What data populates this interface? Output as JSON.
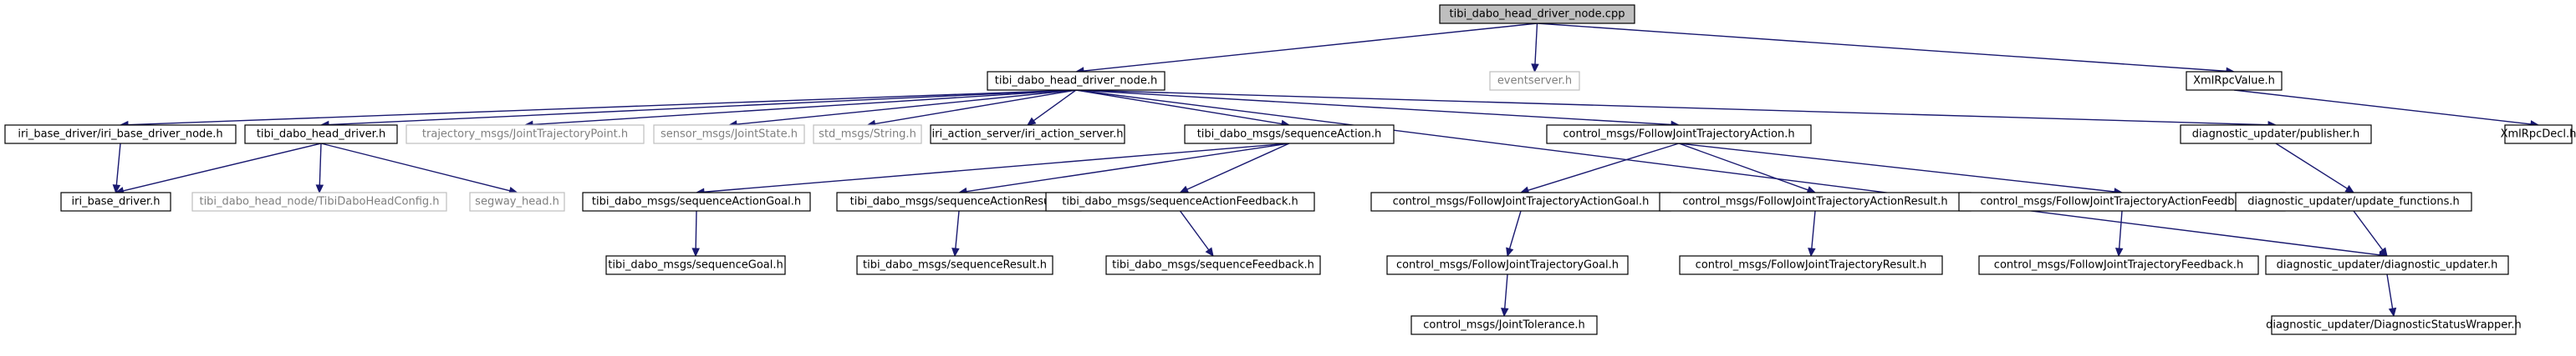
{
  "title": "",
  "colors": {
    "edge": "#191970",
    "root_fill": "#bfbfbf",
    "node_border": "#000000",
    "external_border": "#bfbfbf",
    "external_text": "#7f7f7f"
  },
  "nodes": [
    {
      "id": "root",
      "label": "tibi_dabo_head_driver_node.cpp",
      "kind": "root"
    },
    {
      "id": "hnode",
      "label": "tibi_dabo_head_driver_node.h",
      "kind": "solid"
    },
    {
      "id": "eventserver",
      "label": "eventserver.h",
      "kind": "external"
    },
    {
      "id": "xmlrpcvalue",
      "label": "XmlRpcValue.h",
      "kind": "solid"
    },
    {
      "id": "iri_base_node",
      "label": "iri_base_driver/iri_base_driver_node.h",
      "kind": "solid"
    },
    {
      "id": "tibi_head_driver",
      "label": "tibi_dabo_head_driver.h",
      "kind": "solid"
    },
    {
      "id": "traj_point",
      "label": "trajectory_msgs/JointTrajectoryPoint.h",
      "kind": "external"
    },
    {
      "id": "joint_state",
      "label": "sensor_msgs/JointState.h",
      "kind": "external"
    },
    {
      "id": "std_string",
      "label": "std_msgs/String.h",
      "kind": "external"
    },
    {
      "id": "action_server",
      "label": "iri_action_server/iri_action_server.h",
      "kind": "solid"
    },
    {
      "id": "seq_action",
      "label": "tibi_dabo_msgs/sequenceAction.h",
      "kind": "solid"
    },
    {
      "id": "fjt_action",
      "label": "control_msgs/FollowJointTrajectoryAction.h",
      "kind": "solid"
    },
    {
      "id": "diag_publisher",
      "label": "diagnostic_updater/publisher.h",
      "kind": "solid"
    },
    {
      "id": "xmlrpcdecl",
      "label": "XmlRpcDecl.h",
      "kind": "solid"
    },
    {
      "id": "iri_base_driver",
      "label": "iri_base_driver.h",
      "kind": "solid"
    },
    {
      "id": "head_config",
      "label": "tibi_dabo_head_node/TibiDaboHeadConfig.h",
      "kind": "external"
    },
    {
      "id": "segway_head",
      "label": "segway_head.h",
      "kind": "external"
    },
    {
      "id": "seq_goal",
      "label": "tibi_dabo_msgs/sequenceActionGoal.h",
      "kind": "solid"
    },
    {
      "id": "seq_result",
      "label": "tibi_dabo_msgs/sequenceActionResult.h",
      "kind": "solid"
    },
    {
      "id": "seq_feedback",
      "label": "tibi_dabo_msgs/sequenceActionFeedback.h",
      "kind": "solid"
    },
    {
      "id": "fjt_goal",
      "label": "control_msgs/FollowJointTrajectoryActionGoal.h",
      "kind": "solid"
    },
    {
      "id": "fjt_result",
      "label": "control_msgs/FollowJointTrajectoryActionResult.h",
      "kind": "solid"
    },
    {
      "id": "fjt_feedback",
      "label": "control_msgs/FollowJointTrajectoryActionFeedback.h",
      "kind": "solid"
    },
    {
      "id": "update_functions",
      "label": "diagnostic_updater/update_functions.h",
      "kind": "solid"
    },
    {
      "id": "seq_goal_msg",
      "label": "tibi_dabo_msgs/sequenceGoal.h",
      "kind": "solid"
    },
    {
      "id": "seq_result_msg",
      "label": "tibi_dabo_msgs/sequenceResult.h",
      "kind": "solid"
    },
    {
      "id": "seq_feedback_msg",
      "label": "tibi_dabo_msgs/sequenceFeedback.h",
      "kind": "solid"
    },
    {
      "id": "fjt_goal_msg",
      "label": "control_msgs/FollowJointTrajectoryGoal.h",
      "kind": "solid"
    },
    {
      "id": "fjt_result_msg",
      "label": "control_msgs/FollowJointTrajectoryResult.h",
      "kind": "solid"
    },
    {
      "id": "fjt_feedback_msg",
      "label": "control_msgs/FollowJointTrajectoryFeedback.h",
      "kind": "solid"
    },
    {
      "id": "diag_updater",
      "label": "diagnostic_updater/diagnostic_updater.h",
      "kind": "solid"
    },
    {
      "id": "joint_tolerance",
      "label": "control_msgs/JointTolerance.h",
      "kind": "solid"
    },
    {
      "id": "diag_status_wrapper",
      "label": "diagnostic_updater/DiagnosticStatusWrapper.h",
      "kind": "solid"
    }
  ],
  "edges": [
    {
      "from": "root",
      "to": "hnode"
    },
    {
      "from": "root",
      "to": "eventserver"
    },
    {
      "from": "root",
      "to": "xmlrpcvalue"
    },
    {
      "from": "xmlrpcvalue",
      "to": "xmlrpcdecl"
    },
    {
      "from": "hnode",
      "to": "iri_base_node"
    },
    {
      "from": "hnode",
      "to": "tibi_head_driver"
    },
    {
      "from": "hnode",
      "to": "traj_point"
    },
    {
      "from": "hnode",
      "to": "joint_state"
    },
    {
      "from": "hnode",
      "to": "std_string"
    },
    {
      "from": "hnode",
      "to": "action_server"
    },
    {
      "from": "hnode",
      "to": "seq_action"
    },
    {
      "from": "hnode",
      "to": "fjt_action"
    },
    {
      "from": "hnode",
      "to": "diag_publisher"
    },
    {
      "from": "hnode",
      "to": "diag_updater"
    },
    {
      "from": "iri_base_node",
      "to": "iri_base_driver"
    },
    {
      "from": "tibi_head_driver",
      "to": "iri_base_driver"
    },
    {
      "from": "tibi_head_driver",
      "to": "head_config"
    },
    {
      "from": "tibi_head_driver",
      "to": "segway_head"
    },
    {
      "from": "seq_action",
      "to": "seq_goal"
    },
    {
      "from": "seq_action",
      "to": "seq_result"
    },
    {
      "from": "seq_action",
      "to": "seq_feedback"
    },
    {
      "from": "seq_goal",
      "to": "seq_goal_msg"
    },
    {
      "from": "seq_result",
      "to": "seq_result_msg"
    },
    {
      "from": "seq_feedback",
      "to": "seq_feedback_msg"
    },
    {
      "from": "fjt_action",
      "to": "fjt_goal"
    },
    {
      "from": "fjt_action",
      "to": "fjt_result"
    },
    {
      "from": "fjt_action",
      "to": "fjt_feedback"
    },
    {
      "from": "fjt_goal",
      "to": "fjt_goal_msg"
    },
    {
      "from": "fjt_result",
      "to": "fjt_result_msg"
    },
    {
      "from": "fjt_feedback",
      "to": "fjt_feedback_msg"
    },
    {
      "from": "fjt_goal_msg",
      "to": "joint_tolerance"
    },
    {
      "from": "diag_publisher",
      "to": "update_functions"
    },
    {
      "from": "update_functions",
      "to": "diag_updater"
    },
    {
      "from": "diag_updater",
      "to": "diag_status_wrapper"
    }
  ]
}
